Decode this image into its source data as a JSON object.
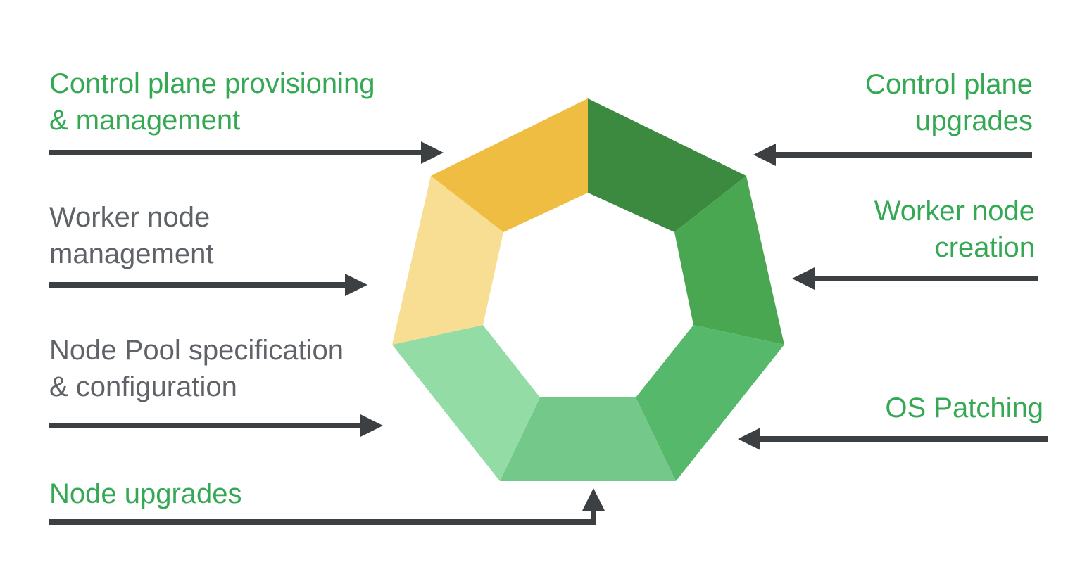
{
  "colors": {
    "managed": "#34a853",
    "user": "#5f6368",
    "arrow": "#3c4043"
  },
  "labels": {
    "control_plane_provisioning": {
      "lines": [
        "Control plane provisioning",
        "& management"
      ],
      "owner": "managed"
    },
    "worker_node_management": {
      "lines": [
        "Worker node",
        "management"
      ],
      "owner": "user"
    },
    "node_pool_spec": {
      "lines": [
        "Node Pool specification",
        "& configuration"
      ],
      "owner": "user"
    },
    "node_upgrades": {
      "lines": [
        "Node upgrades"
      ],
      "owner": "managed"
    },
    "control_plane_upgrades": {
      "lines": [
        "Control plane",
        "upgrades"
      ],
      "owner": "managed"
    },
    "worker_node_creation": {
      "lines": [
        "Worker node",
        "creation"
      ],
      "owner": "managed"
    },
    "os_patching": {
      "lines": [
        "OS Patching"
      ],
      "owner": "managed"
    }
  },
  "heptagon": {
    "segments": [
      {
        "name": "top-left-segment",
        "color": "#3b8a3f"
      },
      {
        "name": "top-right-segment",
        "color": "#4aa751"
      },
      {
        "name": "right-segment",
        "color": "#55b86a"
      },
      {
        "name": "lower-right-segment",
        "color": "#74c98a"
      },
      {
        "name": "bottom-segment",
        "color": "#93dca6"
      },
      {
        "name": "lower-left-segment",
        "color": "#f7de93"
      },
      {
        "name": "left-segment",
        "color": "#efbd42"
      }
    ]
  }
}
